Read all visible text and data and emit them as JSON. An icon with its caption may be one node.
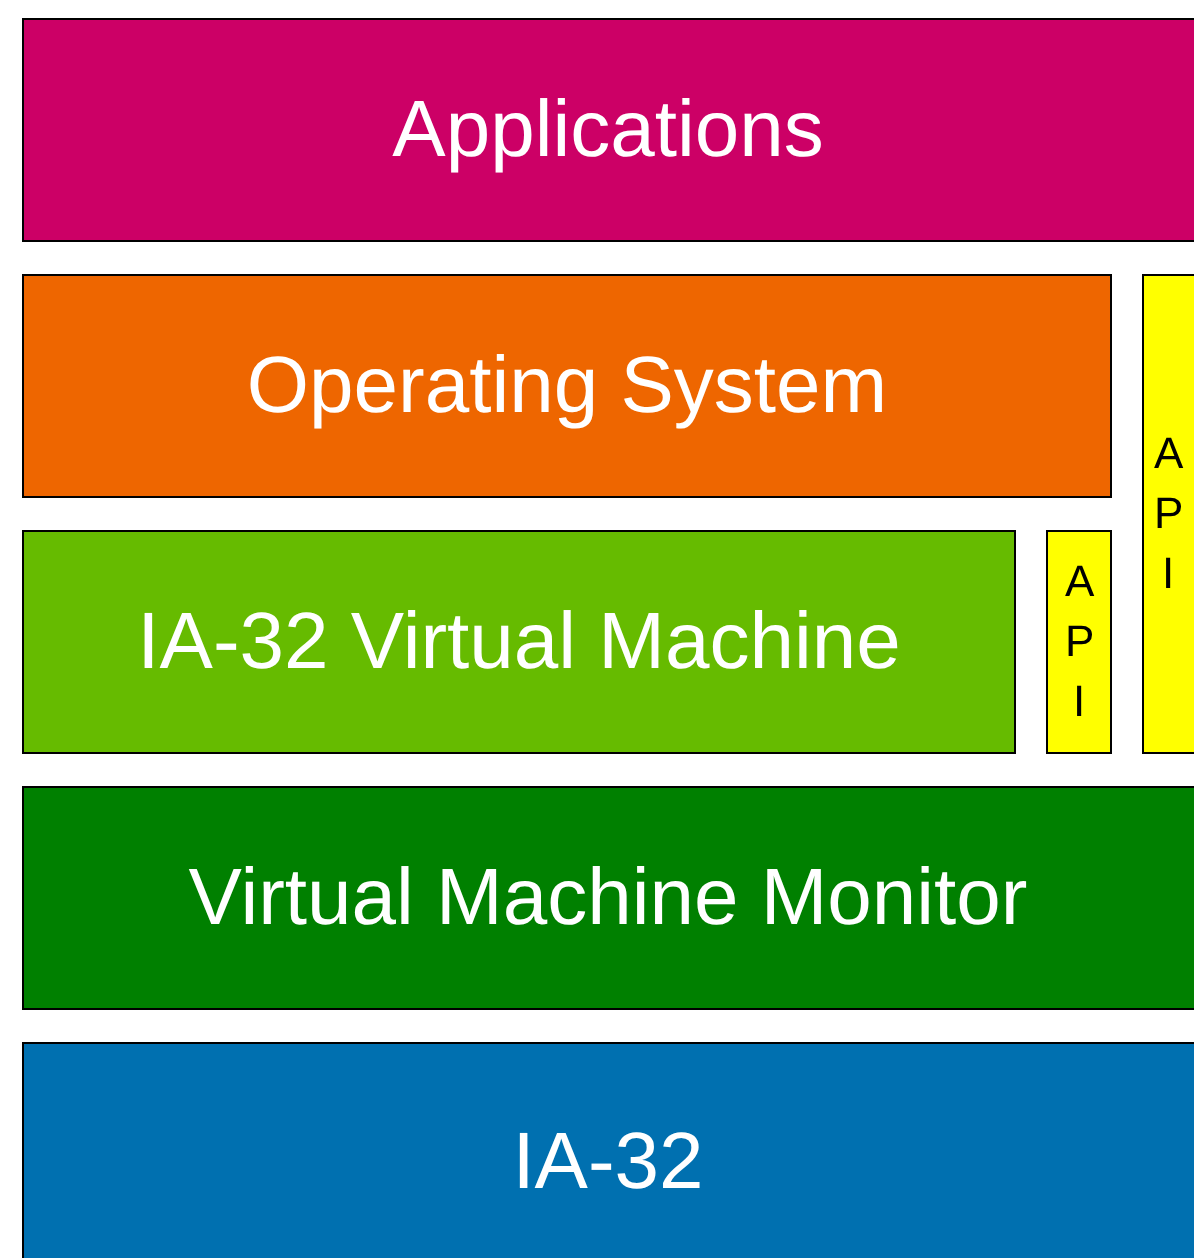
{
  "diagram": {
    "nodes": [
      {
        "text": [
          "Applications"
        ]
      },
      {
        "text": [
          "Operating System"
        ]
      },
      {
        "text": [
          "API"
        ]
      },
      {
        "text": [
          "IA-32 Virtual Machine"
        ]
      },
      {
        "text": [
          "API"
        ]
      },
      {
        "text": [
          "Virtual Machine Monitor"
        ]
      },
      {
        "text": [
          "IA-32"
        ]
      }
    ]
  }
}
